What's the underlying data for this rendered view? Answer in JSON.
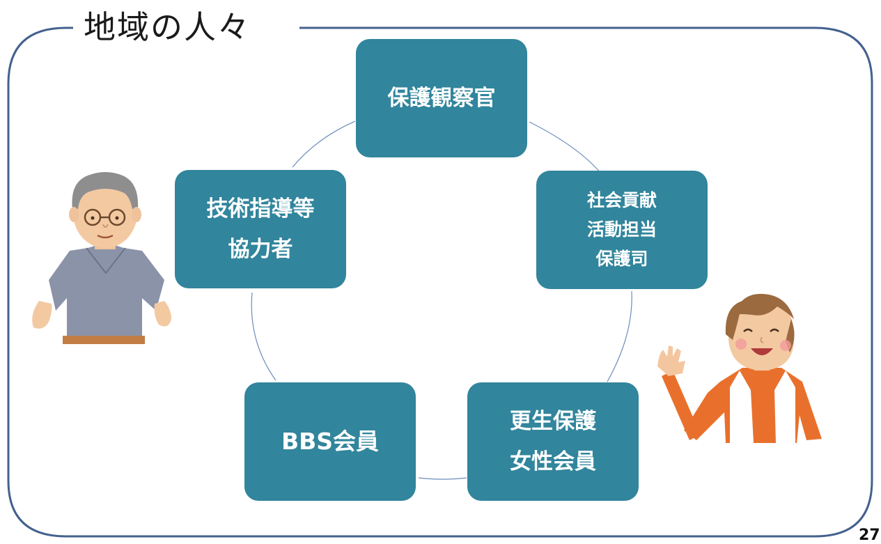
{
  "title": "地域の人々",
  "nodes": {
    "hogo_kansatsukan": {
      "lines": [
        "保護観察官"
      ]
    },
    "shakai_koken": {
      "lines": [
        "社会貢献",
        "活動担当",
        "保護司"
      ]
    },
    "gijutsu_shido": {
      "lines": [
        "技術指導等",
        "協力者"
      ]
    },
    "bbs": {
      "lines": [
        "BBS会員"
      ]
    },
    "josei_kai": {
      "lines": [
        "更生保護",
        "女性会員"
      ]
    }
  },
  "page_number": "27",
  "colors": {
    "node_fill": "#31859c",
    "node_text": "#ffffff",
    "frame_stroke": "#44618e",
    "cycle_line": "#6b8cba"
  },
  "icons": [
    "elderly-man-illustration",
    "waving-woman-illustration"
  ]
}
